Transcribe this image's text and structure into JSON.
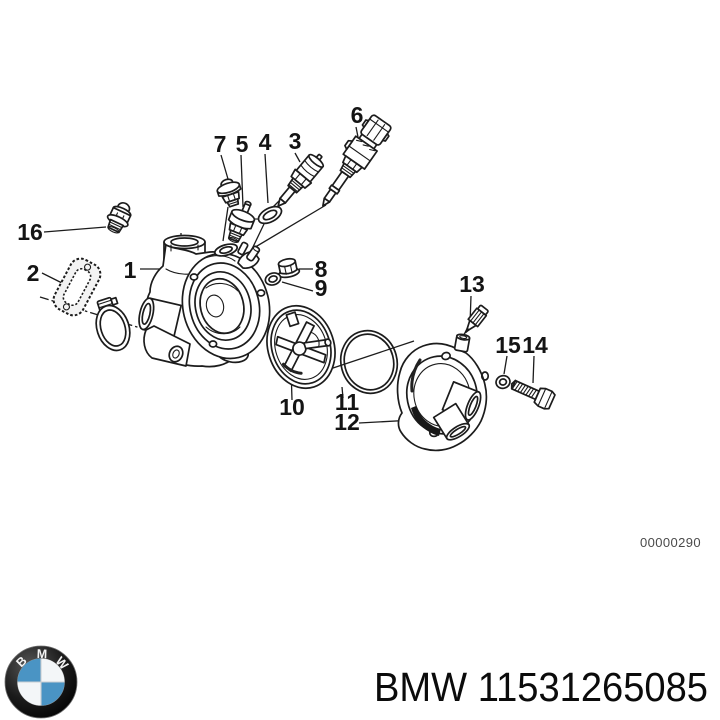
{
  "diagram": {
    "image_code": "00000290",
    "callout_labels": [
      "1",
      "2",
      "3",
      "4",
      "5",
      "6",
      "7",
      "8",
      "9",
      "10",
      "11",
      "12",
      "13",
      "14",
      "15",
      "16"
    ]
  },
  "footer": {
    "label": "BMW 11531265085",
    "logo_letters": [
      "B",
      "M",
      "W"
    ],
    "colors": {
      "roundel_blue": "#4a94c4",
      "roundel_ring_dark": "#0e0e0e",
      "roundel_white": "#f3f6f8"
    }
  }
}
